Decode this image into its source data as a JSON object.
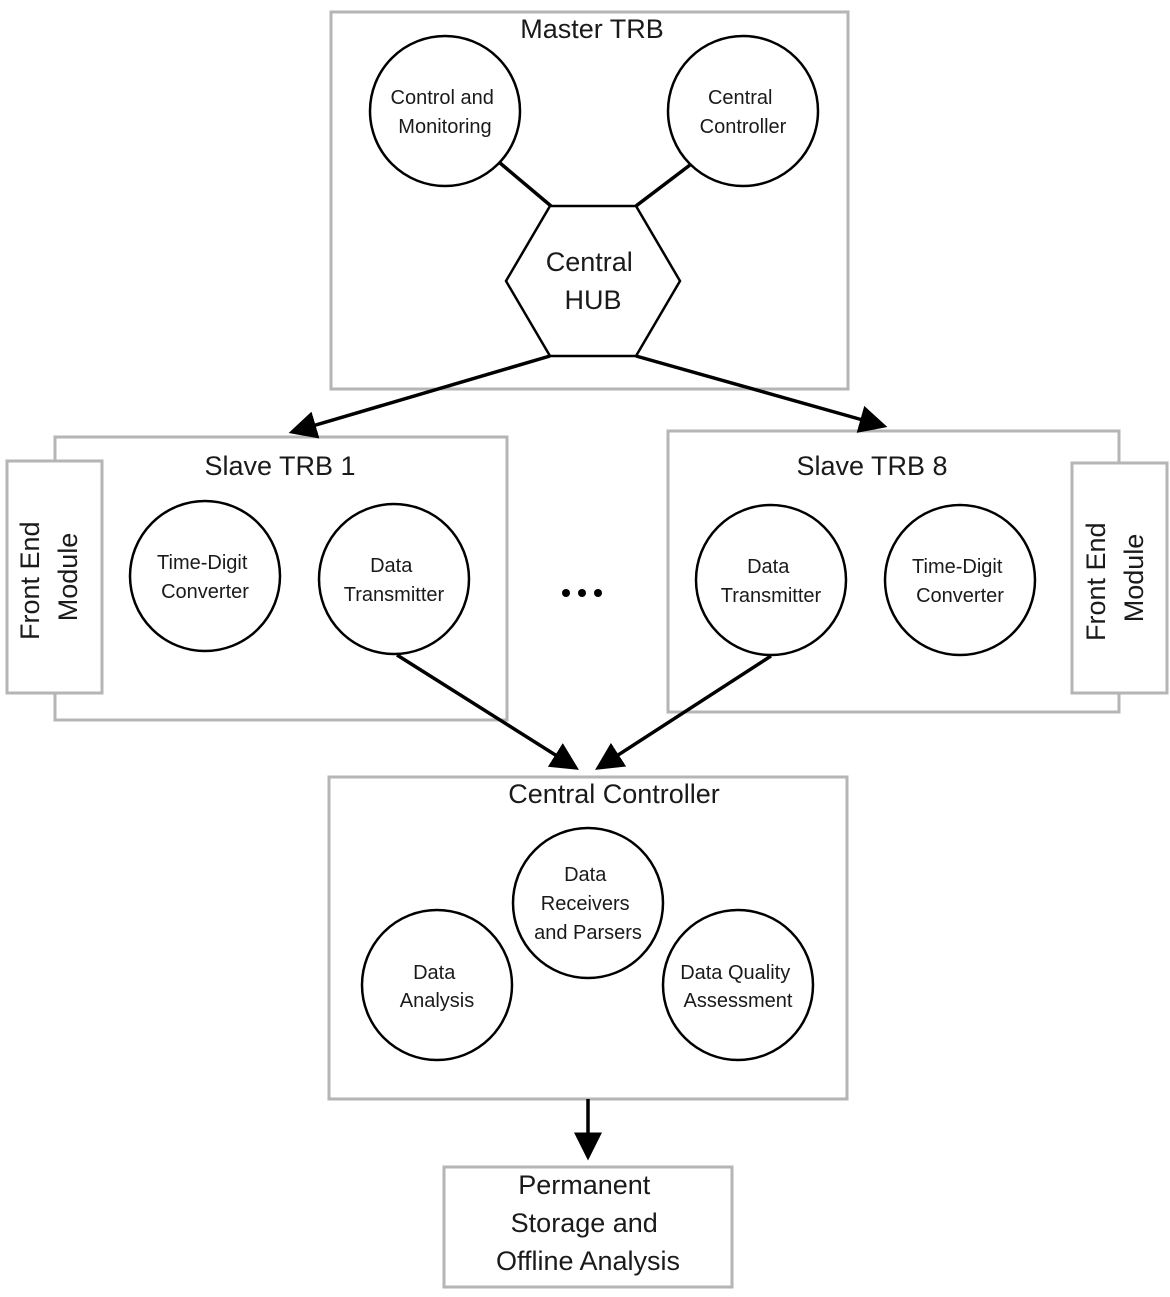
{
  "master": {
    "title": "Master TRB",
    "control_monitoring": [
      "Control and",
      "Monitoring"
    ],
    "central_controller": [
      "Central",
      "Controller"
    ],
    "hub": [
      "Central",
      "HUB"
    ]
  },
  "slave1": {
    "title": "Slave TRB 1",
    "front_end": [
      "Front End",
      "Module"
    ],
    "tdc": [
      "Time-Digit",
      "Converter"
    ],
    "transmitter": [
      "Data",
      "Transmitter"
    ]
  },
  "slave8": {
    "title": "Slave TRB 8",
    "front_end": [
      "Front End",
      "Module"
    ],
    "transmitter": [
      "Data",
      "Transmitter"
    ],
    "tdc": [
      "Time-Digit",
      "Converter"
    ]
  },
  "controller": {
    "title": "Central Controller",
    "receivers": [
      "Data",
      "Receivers",
      "and Parsers"
    ],
    "analysis": [
      "Data",
      "Analysis"
    ],
    "quality": [
      "Data Quality",
      "Assessment"
    ]
  },
  "storage": {
    "lines": [
      "Permanent",
      "Storage and",
      "Offline Analysis"
    ]
  }
}
